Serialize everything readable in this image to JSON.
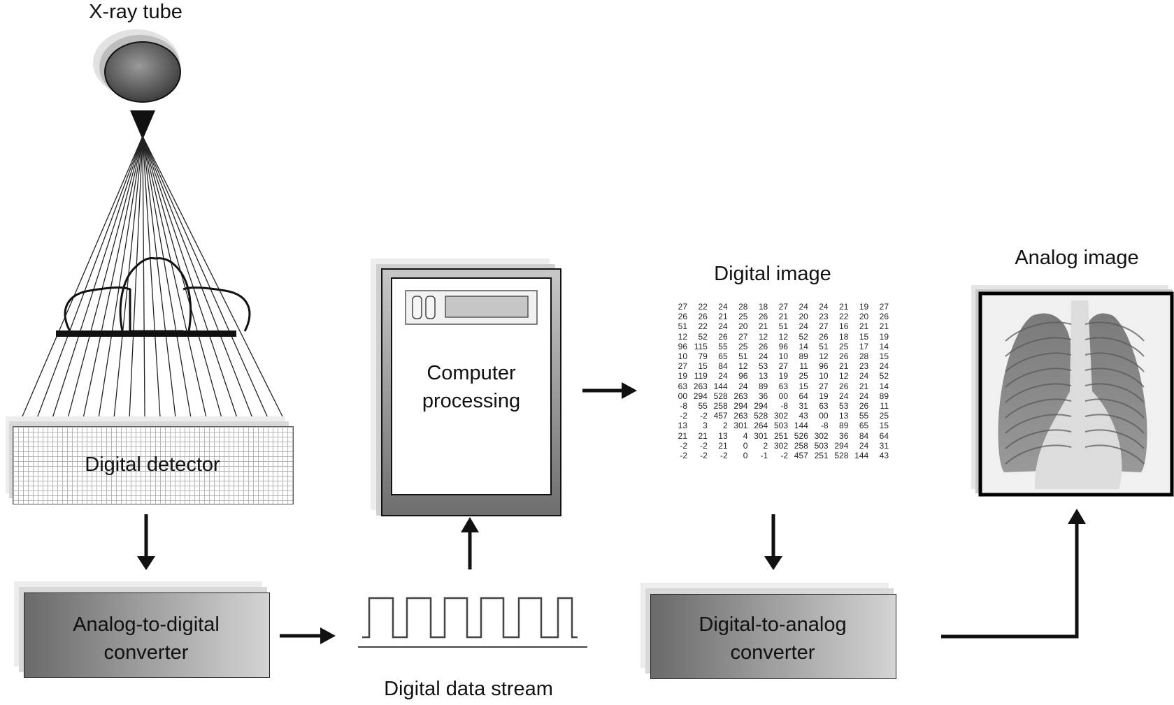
{
  "labels": {
    "xray_tube": "X-ray tube",
    "digital_detector": "Digital detector",
    "adc_line1": "Analog-to-digital",
    "adc_line2": "converter",
    "data_stream": "Digital data stream",
    "computer_line1": "Computer",
    "computer_line2": "processing",
    "digital_image": "Digital image",
    "dac_line1": "Digital-to-analog",
    "dac_line2": "converter",
    "analog_image": "Analog image"
  },
  "digital_image_matrix": [
    [
      "27",
      "22",
      "24",
      "28",
      "18",
      "27",
      "24",
      "24",
      "21",
      "19",
      "27"
    ],
    [
      "26",
      "26",
      "21",
      "25",
      "26",
      "21",
      "20",
      "23",
      "22",
      "20",
      "26"
    ],
    [
      "51",
      "22",
      "24",
      "20",
      "21",
      "51",
      "24",
      "27",
      "16",
      "21",
      "21"
    ],
    [
      "12",
      "52",
      "26",
      "27",
      "12",
      "12",
      "52",
      "26",
      "18",
      "15",
      "19"
    ],
    [
      "96",
      "115",
      "55",
      "25",
      "26",
      "96",
      "14",
      "51",
      "25",
      "17",
      "14"
    ],
    [
      "10",
      "79",
      "65",
      "51",
      "24",
      "10",
      "89",
      "12",
      "26",
      "28",
      "15"
    ],
    [
      "27",
      "15",
      "84",
      "12",
      "53",
      "27",
      "11",
      "96",
      "21",
      "23",
      "24"
    ],
    [
      "19",
      "119",
      "24",
      "96",
      "13",
      "19",
      "25",
      "10",
      "12",
      "24",
      "52"
    ],
    [
      "63",
      "263",
      "144",
      "24",
      "89",
      "63",
      "15",
      "27",
      "26",
      "21",
      "14"
    ],
    [
      "00",
      "294",
      "528",
      "263",
      "36",
      "00",
      "64",
      "19",
      "24",
      "24",
      "89"
    ],
    [
      "-8",
      "55",
      "258",
      "294",
      "294",
      "-8",
      "31",
      "63",
      "53",
      "26",
      "11"
    ],
    [
      "-2",
      "-2",
      "457",
      "263",
      "528",
      "302",
      "43",
      "00",
      "13",
      "55",
      "25"
    ],
    [
      "13",
      "3",
      "2",
      "301",
      "264",
      "503",
      "144",
      "-8",
      "89",
      "65",
      "15"
    ],
    [
      "21",
      "21",
      "13",
      "4",
      "301",
      "251",
      "526",
      "302",
      "36",
      "84",
      "64"
    ],
    [
      "-2",
      "-2",
      "21",
      "0",
      "2",
      "302",
      "258",
      "503",
      "294",
      "24",
      "31"
    ],
    [
      "-2",
      "-2",
      "-2",
      "0",
      "-1",
      "-2",
      "457",
      "251",
      "528",
      "144",
      "43"
    ]
  ]
}
